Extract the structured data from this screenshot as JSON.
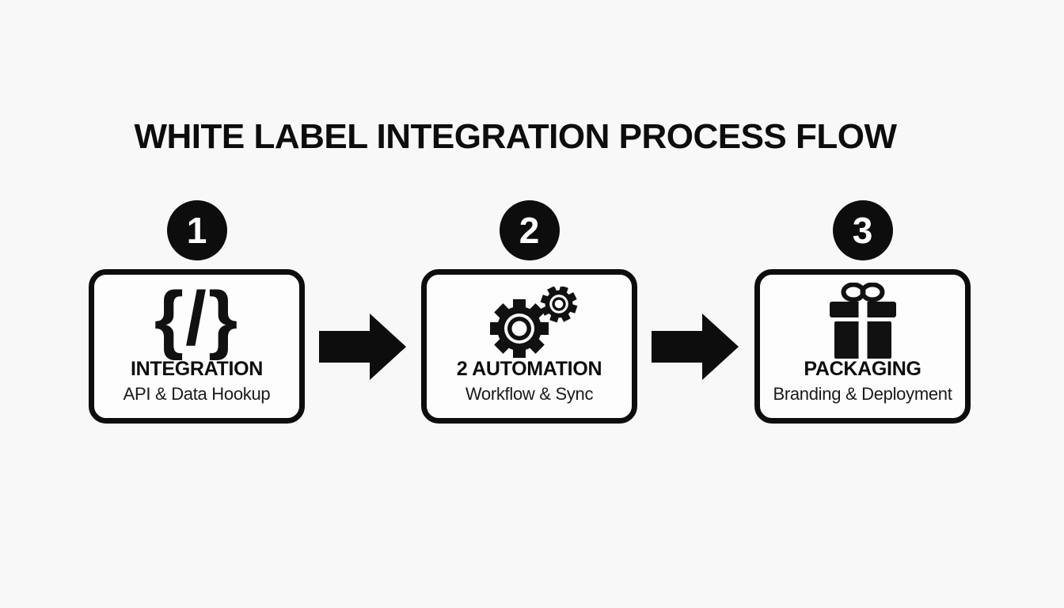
{
  "title": "WHITE LABEL INTEGRATION PROCESS FLOW",
  "steps": [
    {
      "number": "1",
      "icon": "code-icon",
      "icon_glyph": "{/}",
      "label": "INTEGRATION",
      "sublabel": "API & Data Hookup"
    },
    {
      "number": "2",
      "icon": "gears-icon",
      "label": "2 AUTOMATION",
      "sublabel": "Workflow & Sync"
    },
    {
      "number": "3",
      "icon": "gift-icon",
      "label": "PACKAGING",
      "sublabel": "Branding & Deployment"
    }
  ],
  "colors": {
    "background": "#f8f8f8",
    "ink": "#0d0d0d",
    "card_background": "#fdfdfd",
    "badge_text": "#ffffff"
  }
}
